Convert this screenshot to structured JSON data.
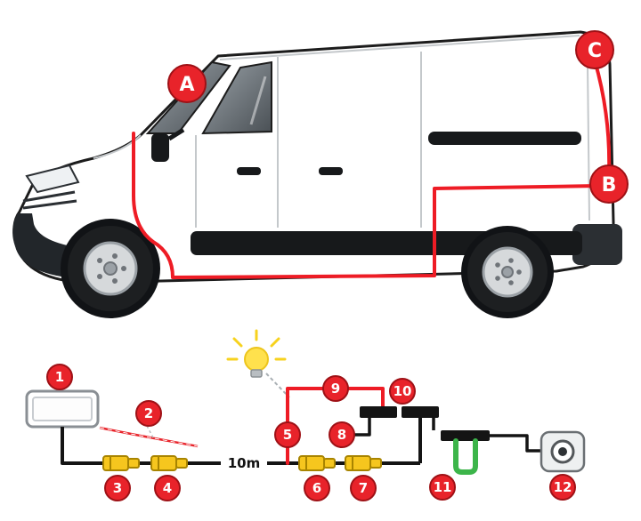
{
  "diagram": {
    "van": {
      "route_labels": {
        "a": "A",
        "b": "B",
        "c": "C"
      }
    },
    "wiring": {
      "cable_length": "10m",
      "steps": {
        "n1": "1",
        "n2": "2",
        "n3": "3",
        "n4": "4",
        "n5": "5",
        "n6": "6",
        "n7": "7",
        "n8": "8",
        "n9": "9",
        "n10": "10",
        "n11": "11",
        "n12": "12"
      }
    },
    "colors": {
      "accent_red": "#e8232a",
      "route_red": "#ee1c25",
      "connector_yellow": "#f6c61e",
      "bracket_green": "#3cb54a",
      "cable_black": "#141414",
      "bulb_yellow": "#ffe14d"
    }
  }
}
